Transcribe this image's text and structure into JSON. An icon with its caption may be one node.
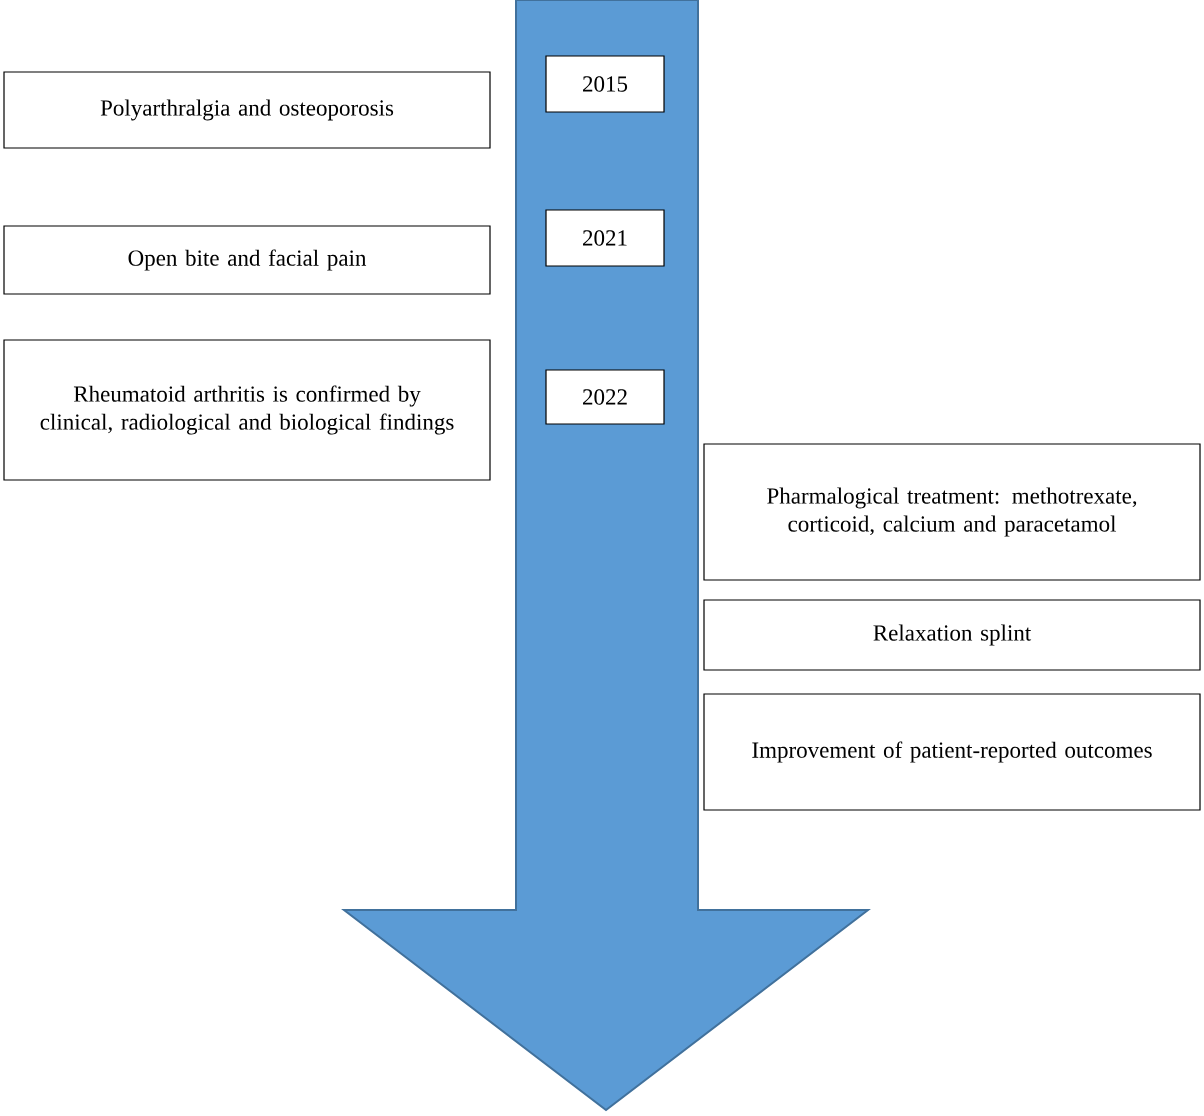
{
  "diagram": {
    "nodes": [
      {
        "text": [
          "Polyarthralgia and osteoporosis"
        ]
      },
      {
        "text": [
          "2015"
        ]
      },
      {
        "text": [
          "Open bite and facial pain"
        ]
      },
      {
        "text": [
          "2021"
        ]
      },
      {
        "text": [
          "Rheumatoid arthritis is confirmed by clinical, radiological and biological findings"
        ]
      },
      {
        "text": [
          "2022"
        ]
      },
      {
        "text": [
          "Pharmalogical treatment: methotrexate, corticoid, calcium and paracetamol"
        ]
      },
      {
        "text": [
          "Relaxation splint"
        ]
      },
      {
        "text": [
          "Improvement of patient-reported outcomes"
        ]
      }
    ]
  }
}
